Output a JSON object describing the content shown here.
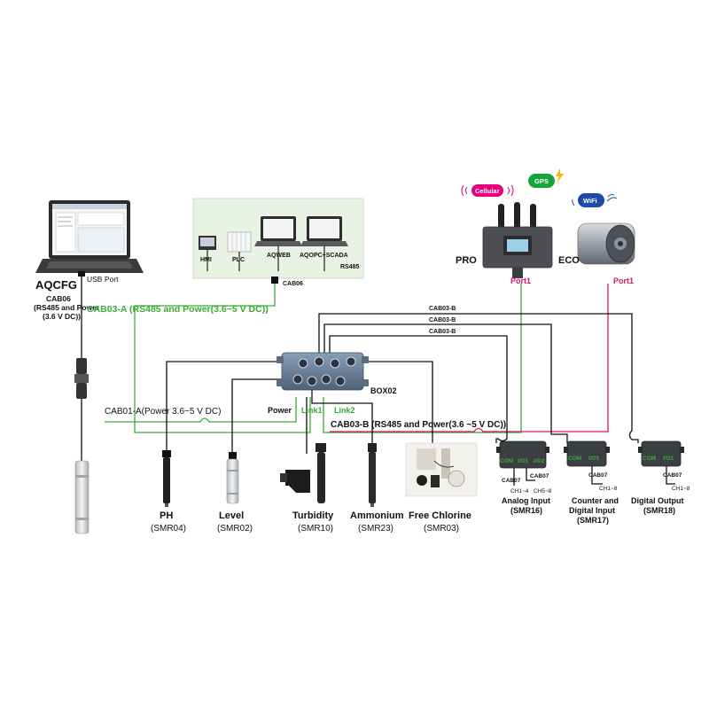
{
  "pc": {
    "name": "AQCFG",
    "usb_port": "USB Port",
    "cable": "CAB06",
    "cable_desc_1": "(RS485 and Power",
    "cable_desc_2": "(3.6 V DC))"
  },
  "scada_panel": {
    "hmi": "HMI",
    "plc": "PLC",
    "aqweb": "AQWEB",
    "aqopc": "AQOPC+SCADA",
    "rs485": "RS485",
    "cable": "CAB06"
  },
  "cables": {
    "cab03a": "CAB03-A (RS485 and Power(3.6~5 V DC))",
    "cab01a": "CAB01-A(Power 3.6~5 V DC)",
    "cab03b_main": "CAB03-B (RS485 and Power(3.6 ~5 V DC))",
    "cab03b_1": "CAB03-B",
    "cab03b_2": "CAB03-B",
    "cab03b_3": "CAB03-B"
  },
  "box": {
    "name": "BOX02",
    "power": "Power",
    "link1": "Link1",
    "link2": "Link2"
  },
  "gateways": {
    "pro": "PRO",
    "eco": "ECO",
    "pro_port": "Port1",
    "eco_port": "Port1",
    "cellular": "Cellular",
    "gps": "GPS",
    "wifi": "WiFi"
  },
  "sensors": [
    {
      "name": "PH",
      "code": "(SMR04)"
    },
    {
      "name": "Level",
      "code": "(SMR02)"
    },
    {
      "name": "Turbidity",
      "code": "(SMR10)"
    },
    {
      "name": "Ammonium",
      "code": "(SMR23)"
    },
    {
      "name": "Free Chlorine",
      "code": "(SMR03)"
    }
  ],
  "modules": [
    {
      "line1": "Analog Input",
      "line2": "(SMR16)",
      "cable": "CAB07",
      "cable2": "CAB07",
      "ch1": "CH1~4",
      "ch2": "CH5~8",
      "com": "COM",
      "io": "I/O1",
      "io2": "I/O2"
    },
    {
      "line1": "Counter and",
      "line2": "Digital Input",
      "line3": "(SMR17)",
      "cable": "CAB07",
      "ch1": "CH1~8",
      "com": "COM",
      "io": "I/O1"
    },
    {
      "line1": "Digital Output",
      "line2": "(SMR18)",
      "cable": "CAB07",
      "ch1": "CH1~8",
      "com": "COM",
      "io": "I/O1"
    }
  ],
  "colors": {
    "green": "#3aaa35",
    "magenta": "#d6156b",
    "black": "#111111",
    "panel_bg": "#e8f3e4",
    "cellular": "#e6007e",
    "gps": "#13a538",
    "wifi": "#1d4aa8"
  }
}
